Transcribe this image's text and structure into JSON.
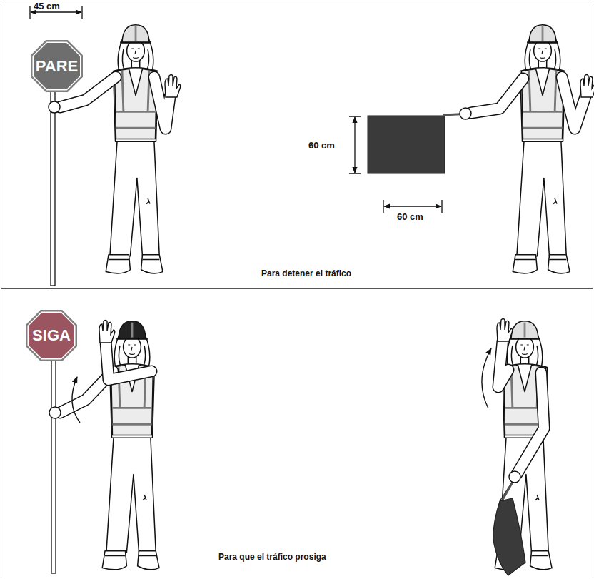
{
  "diagram": {
    "nodes": [
      {
        "text": [
          "Para detener el tráfico"
        ]
      },
      {
        "text": [
          "PARE"
        ],
        "in": 0
      },
      {
        "text": [
          "Para que el tráfico prosiga"
        ]
      },
      {
        "text": [
          "SIGA"
        ],
        "in": 2
      }
    ],
    "labels": [
      "45 cm",
      "60 cm",
      "60 cm"
    ]
  }
}
